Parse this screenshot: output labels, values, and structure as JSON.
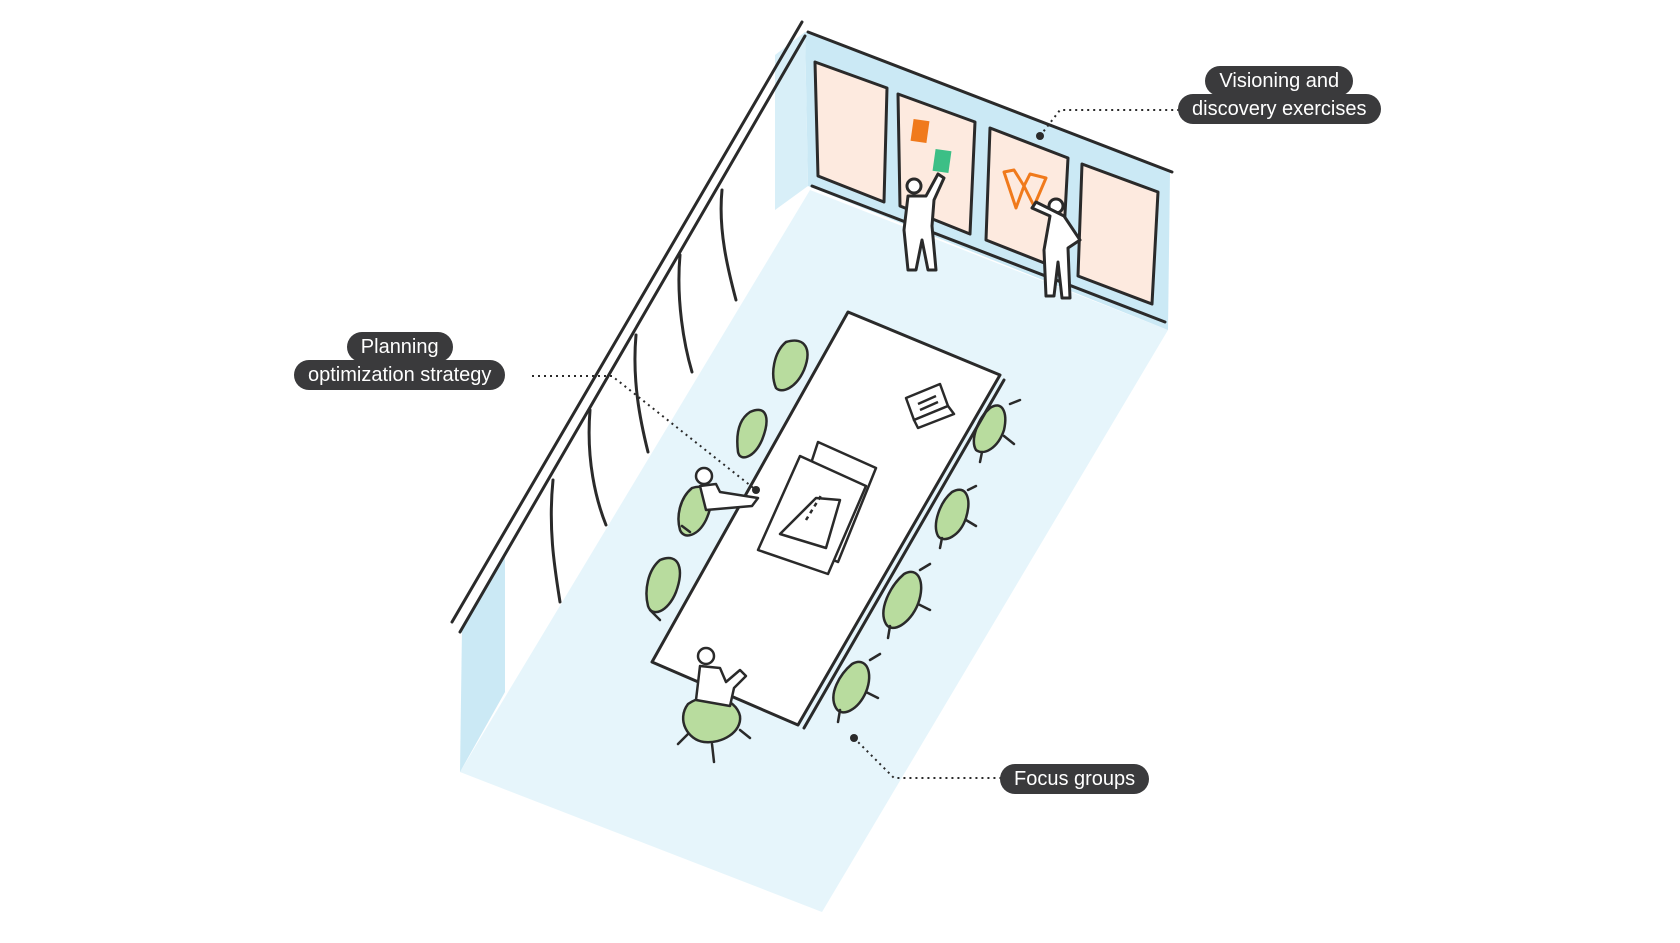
{
  "callouts": {
    "visioning": {
      "line1": "Visioning and",
      "line2": "discovery exercises"
    },
    "planning": {
      "line1": "Planning",
      "line2": "optimization strategy"
    },
    "focus": {
      "line1": "Focus groups"
    }
  },
  "colors": {
    "floor": "#e6f5fb",
    "wall": "#cbe9f5",
    "board": "#fdeadf",
    "chair": "#b8dc9e",
    "ink": "#2a2a2a",
    "pill": "#3a3a3c",
    "sticky_orange": "#f07a1c",
    "sticky_green": "#3cbf86"
  }
}
